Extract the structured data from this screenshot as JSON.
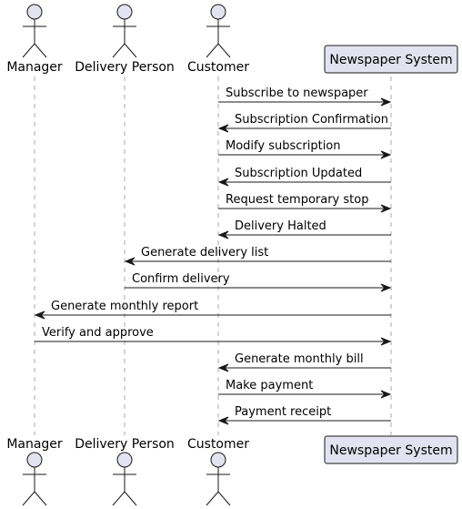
{
  "participants": [
    {
      "id": "manager",
      "name": "Manager",
      "kind": "actor"
    },
    {
      "id": "delivery",
      "name": "Delivery Person",
      "kind": "actor"
    },
    {
      "id": "customer",
      "name": "Customer",
      "kind": "actor"
    },
    {
      "id": "system",
      "name": "Newspaper System",
      "kind": "participant"
    }
  ],
  "messages": [
    {
      "from": "customer",
      "to": "system",
      "label": "Subscribe to newspaper"
    },
    {
      "from": "system",
      "to": "customer",
      "label": "Subscription Confirmation"
    },
    {
      "from": "customer",
      "to": "system",
      "label": "Modify subscription"
    },
    {
      "from": "system",
      "to": "customer",
      "label": "Subscription Updated"
    },
    {
      "from": "customer",
      "to": "system",
      "label": "Request temporary stop"
    },
    {
      "from": "system",
      "to": "customer",
      "label": "Delivery Halted"
    },
    {
      "from": "system",
      "to": "delivery",
      "label": "Generate delivery list"
    },
    {
      "from": "delivery",
      "to": "system",
      "label": "Confirm delivery"
    },
    {
      "from": "system",
      "to": "manager",
      "label": "Generate monthly report"
    },
    {
      "from": "manager",
      "to": "system",
      "label": "Verify and approve"
    },
    {
      "from": "system",
      "to": "customer",
      "label": "Generate monthly bill"
    },
    {
      "from": "customer",
      "to": "system",
      "label": "Make payment"
    },
    {
      "from": "system",
      "to": "customer",
      "label": "Payment receipt"
    }
  ]
}
